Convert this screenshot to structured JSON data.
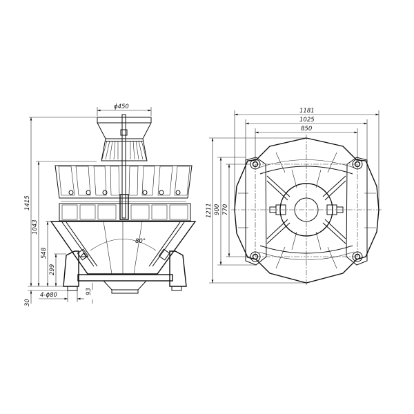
{
  "drawing": {
    "type": "technical-drawing",
    "subject": "multihead weigher",
    "views": [
      "front-elevation",
      "top-plan"
    ]
  },
  "front_view": {
    "dimensions": {
      "top_hopper_diameter": "ϕ450",
      "overall_height": "1415",
      "weigh_bucket_height": "1043",
      "discharge_cone_height": "548",
      "frame_height": "299",
      "foot_height": "30",
      "feet": "4-ϕ80",
      "outlet_offset": "93",
      "cone_angle": "80°"
    }
  },
  "top_view": {
    "dimensions": {
      "overall_width": "1181",
      "frame_width": "1025",
      "foot_spacing_x": "850",
      "overall_depth": "1211",
      "frame_depth": "900",
      "foot_spacing_y": "770"
    }
  }
}
